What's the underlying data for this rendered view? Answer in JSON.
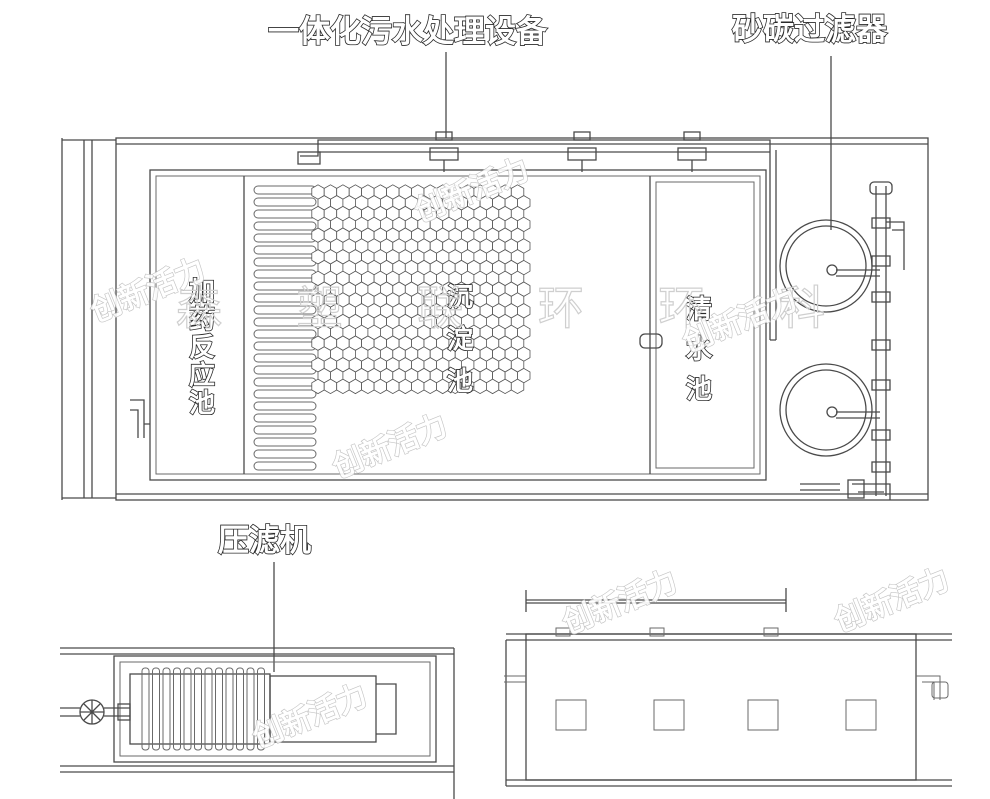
{
  "labels": {
    "integrated_equipment": "一体化污水处理设备",
    "sand_carbon_filter": "砂碳过滤器",
    "filter_press": "压滤机",
    "dosing_reaction_tank": "加药反应池",
    "sedimentation_tank": "沉淀池",
    "clear_water_tank": "清水池"
  },
  "watermarks": [
    "创新活力",
    "创新活力",
    "创新活力",
    "创新活力",
    "创新活力",
    "创新活力",
    "创新活力"
  ]
}
